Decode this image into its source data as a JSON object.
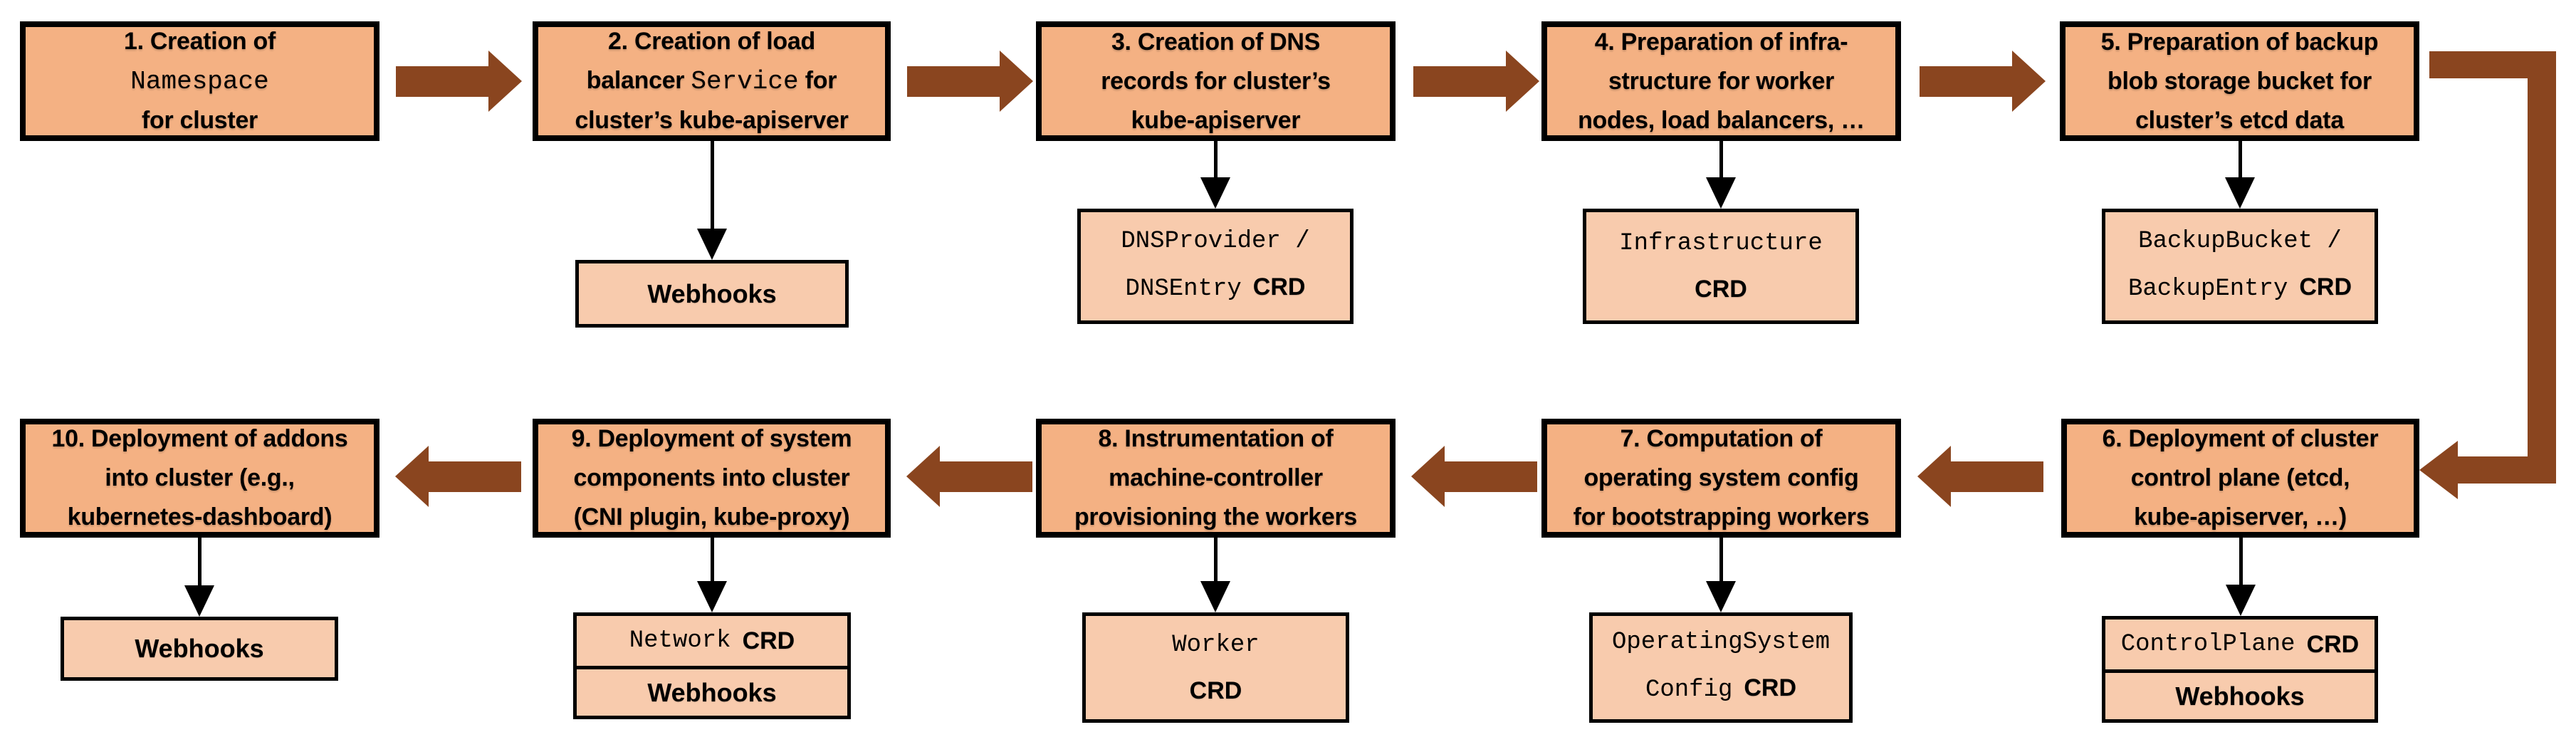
{
  "theme": {
    "background": "#FFFFFF",
    "box_fill": "#F4B183",
    "artifact_fill": "#F8CBAD",
    "outline": "#000000",
    "arrow": "#8A451F"
  },
  "steps": [
    {
      "l1": "1. Creation of",
      "l2_code": "Namespace",
      "l3": "for cluster"
    },
    {
      "l1": "2. Creation of load",
      "l2_pre": "balancer ",
      "l2_code": "Service",
      "l2_post": " for",
      "l3": "cluster’s kube-apiserver",
      "webhook": "Webhooks"
    },
    {
      "l1": "3. Creation of DNS",
      "l2": "records for cluster’s",
      "l3": "kube-apiserver",
      "crd_l1": "DNSProvider /",
      "crd_l2_code": "DNSEntry",
      "crd_l2_label": "CRD"
    },
    {
      "l1": "4. Preparation of infra-",
      "l2": "structure for worker",
      "l3": "nodes, load balancers, …",
      "crd_l1": "Infrastructure",
      "crd_l2_label": "CRD"
    },
    {
      "l1": "5. Preparation of backup",
      "l2": "blob storage bucket for",
      "l3": "cluster’s etcd data",
      "crd_l1": "BackupBucket /",
      "crd_l2_code": "BackupEntry",
      "crd_l2_label": "CRD"
    },
    {
      "l1": "6. Deployment of cluster",
      "l2": "control plane (etcd,",
      "l3": "kube-apiserver, …)",
      "crd_code": "ControlPlane",
      "crd_label": "CRD",
      "webhook": "Webhooks"
    },
    {
      "l1": "7. Computation of",
      "l2": "operating system config",
      "l3": "for bootstrapping workers",
      "crd_l1": "OperatingSystem",
      "crd_l2_code": "Config",
      "crd_l2_label": "CRD"
    },
    {
      "l1": "8. Instrumentation of",
      "l2": "machine-controller",
      "l3": "provisioning the workers",
      "crd_l1": "Worker",
      "crd_l2_label": "CRD"
    },
    {
      "l1": "9. Deployment of system",
      "l2": "components into cluster",
      "l3": "(CNI plugin, kube-proxy)",
      "crd_code": "Network",
      "crd_label": "CRD",
      "webhook": "Webhooks"
    },
    {
      "l1": "10. Deployment of addons",
      "l2": "into cluster (e.g.,",
      "l3": "kubernetes-dashboard)",
      "webhook": "Webhooks"
    }
  ]
}
